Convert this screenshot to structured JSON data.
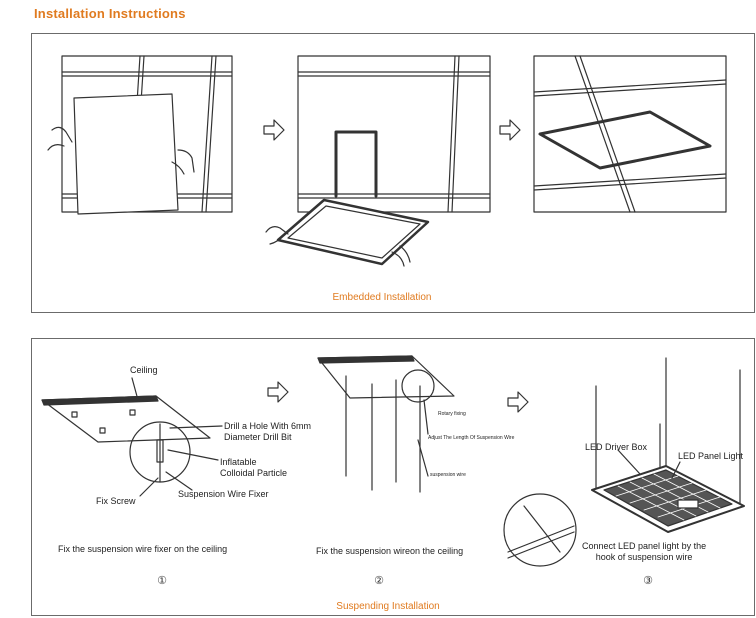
{
  "header": {
    "title": "Installation Instructions"
  },
  "embedded": {
    "caption": "Embedded Installation"
  },
  "suspending": {
    "caption": "Suspending Installation",
    "step1": {
      "number": "①",
      "ceiling": "Ceiling",
      "drill": "Drill a Hole With 6mm\nDiameter Drill Bit",
      "inflatable": "Inflatable\nColloidal Particle",
      "fix_screw": "Fix Screw",
      "fixer": "Suspension Wire Fixer",
      "instruction": "Fix the suspension wire fixer on the ceiling"
    },
    "step2": {
      "number": "②",
      "rotary": "Rotary fixing",
      "adjust": "Adjust The Length Of Suspension Wire",
      "wire": "suspension wire",
      "instruction": "Fix the suspension wireon the ceiling"
    },
    "step3": {
      "number": "③",
      "driver_box": "LED Driver Box",
      "panel_light": "LED Panel Light",
      "instruction": "Connect LED panel light by the\nhook of suspension wire"
    }
  },
  "colors": {
    "accent": "#e07b20",
    "line": "#333333",
    "border": "#6b6b6b"
  }
}
